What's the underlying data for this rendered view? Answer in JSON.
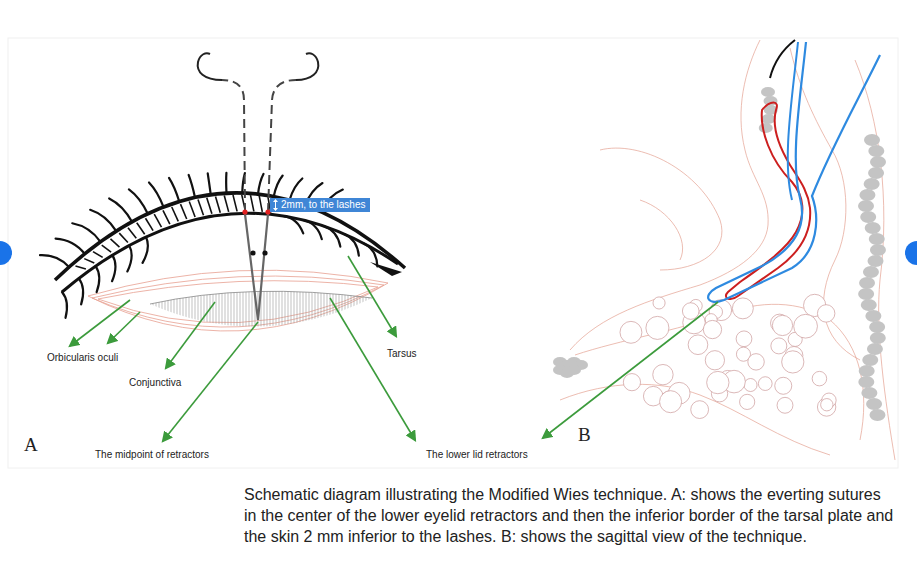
{
  "diagram": {
    "caption": "Schematic diagram illustrating the Modified Wies technique. A: shows the everting sutures in the center of the lower eyelid retractors and then the inferior border of the tarsal plate and the skin 2 mm inferior to the lashes. B: shows the sagittal view of the technique.",
    "nodes": [
      {
        "text": [
          "2mm, to the lashes"
        ]
      }
    ],
    "edges": [],
    "labels": [
      "Orbicularis oculi",
      "Conjunctiva",
      "Tarsus",
      "A",
      "The midpoint of retractors",
      "The lower lid retractors",
      "B"
    ]
  }
}
